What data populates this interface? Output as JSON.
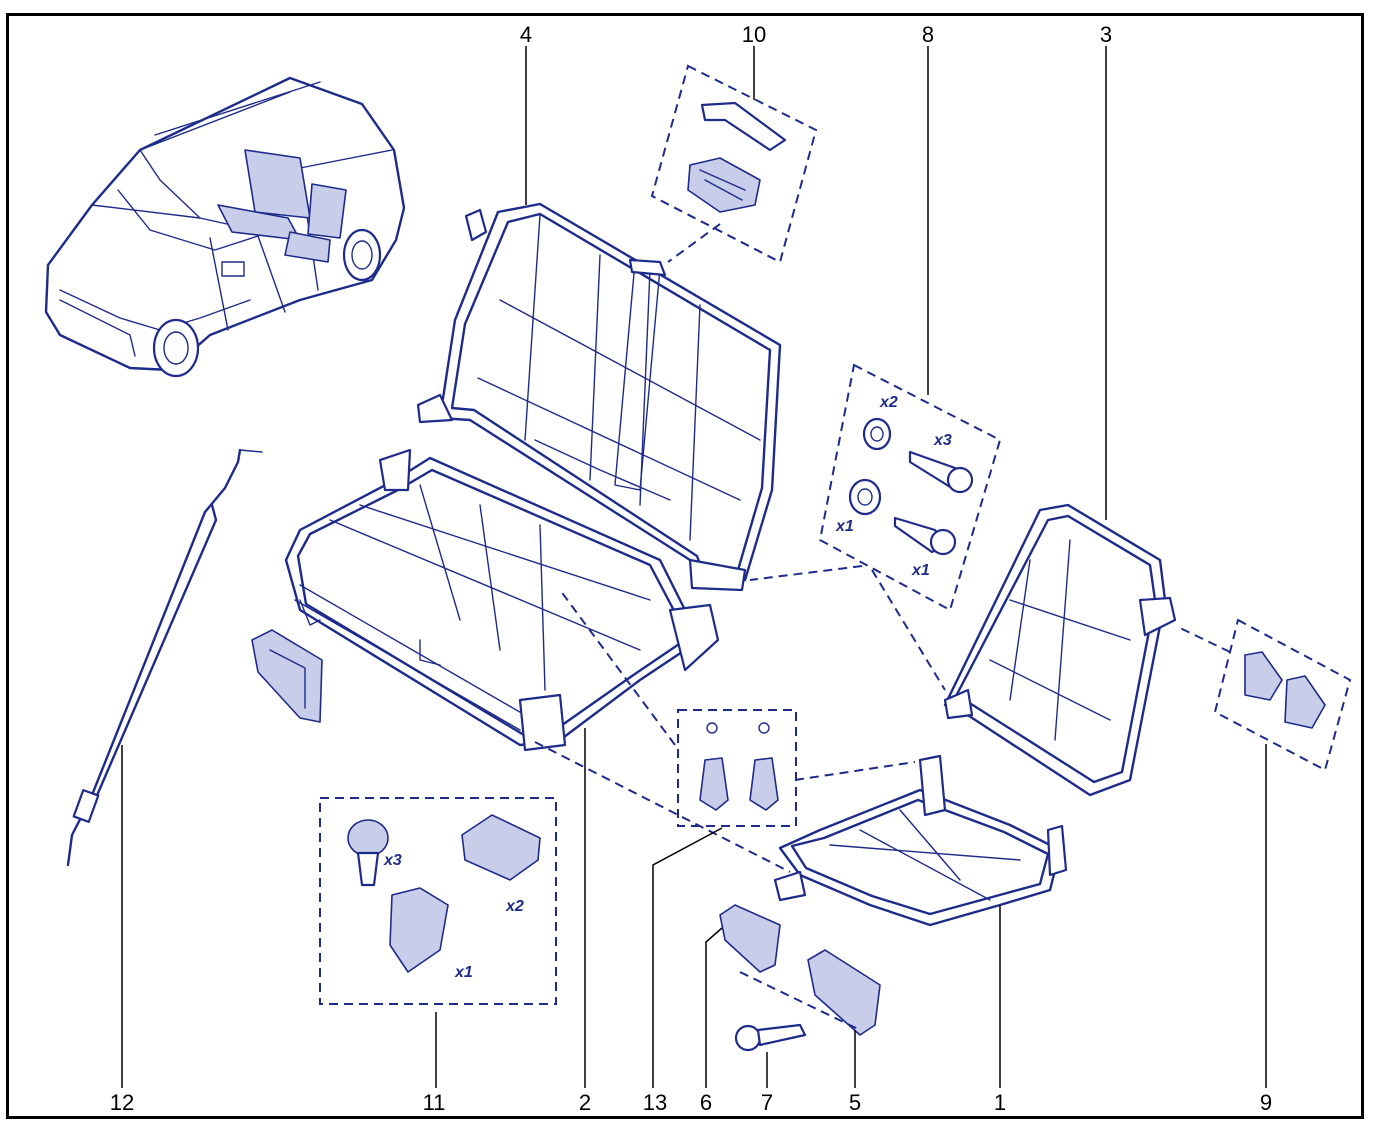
{
  "callouts": {
    "c1": "1",
    "c2": "2",
    "c3": "3",
    "c4": "4",
    "c5": "5",
    "c6": "6",
    "c7": "7",
    "c8": "8",
    "c9": "9",
    "c10": "10",
    "c11": "11",
    "c12": "12",
    "c13": "13"
  },
  "quantities": {
    "k8_spacer_large": "x2",
    "k8_bolt_long": "x3",
    "k8_spacer_small": "x1",
    "k8_bolt_short": "x1",
    "k11_knob": "x3",
    "k11_pad": "x2",
    "k11_clip": "x1"
  },
  "colors": {
    "line": "#1d2b8a",
    "frame": "#000000",
    "background": "#ffffff"
  }
}
